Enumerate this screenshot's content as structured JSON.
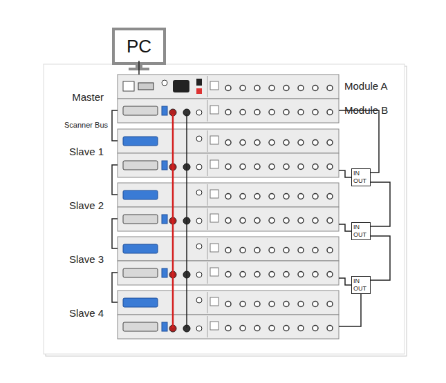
{
  "diagram": {
    "nodes": [
      {
        "text": [
          "PC"
        ]
      },
      {
        "text": [
          "Master"
        ]
      },
      {
        "text": [
          "Module A"
        ],
        "in": 1
      },
      {
        "text": [
          "Module B"
        ],
        "in": 1
      },
      {
        "text": [
          "Slave 1"
        ]
      },
      {
        "text": [
          "Slave 2"
        ]
      },
      {
        "text": [
          "Slave 3"
        ]
      },
      {
        "text": [
          "Slave 4"
        ]
      },
      {
        "text": [
          "IN",
          "OUT"
        ]
      },
      {
        "text": [
          "IN",
          "OUT"
        ]
      },
      {
        "text": [
          "IN",
          "OUT"
        ]
      }
    ],
    "edges": [
      {
        "from": 0,
        "to": 1,
        "arrow": "none"
      },
      {
        "from": 1,
        "to": 4,
        "label": "Scanner Bus",
        "arrow": "none"
      },
      {
        "from": 4,
        "to": 5,
        "arrow": "none"
      },
      {
        "from": 5,
        "to": 6,
        "arrow": "none"
      },
      {
        "from": 6,
        "to": 7,
        "arrow": "none"
      },
      {
        "from": 1,
        "to": 8,
        "arrow": "none"
      },
      {
        "from": 4,
        "to": 8,
        "arrow": "none"
      },
      {
        "from": 8,
        "to": 9,
        "arrow": "none"
      },
      {
        "from": 5,
        "to": 9,
        "arrow": "none"
      },
      {
        "from": 9,
        "to": 10,
        "arrow": "none"
      },
      {
        "from": 6,
        "to": 10,
        "arrow": "none"
      },
      {
        "from": 10,
        "to": 7,
        "arrow": "none"
      }
    ]
  }
}
